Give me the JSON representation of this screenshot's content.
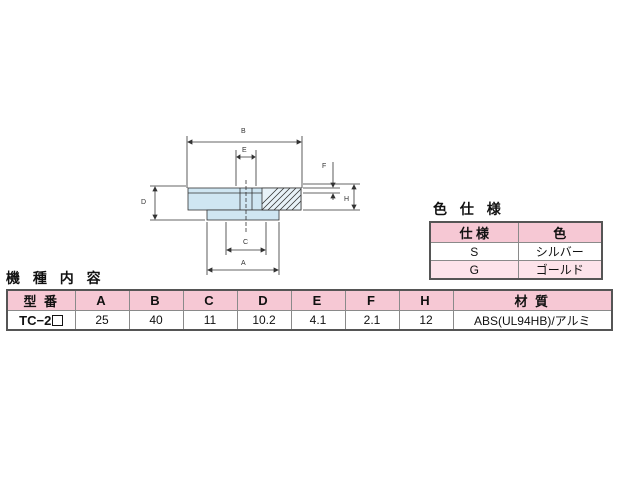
{
  "drawing": {
    "labels": {
      "a": "A",
      "b": "B",
      "c": "C",
      "d": "D",
      "e": "E",
      "f": "F",
      "h": "H"
    },
    "colors": {
      "body": "#cfe6f2",
      "line": "#333333"
    }
  },
  "color_spec": {
    "title": "色 仕 様",
    "headers": [
      "仕 様",
      "色"
    ],
    "rows": [
      {
        "spec": "S",
        "color": "シルバー"
      },
      {
        "spec": "G",
        "color": "ゴールド"
      }
    ],
    "header_bg": "#f6c8d4",
    "row_bg": "#fde3ea"
  },
  "spec_table": {
    "title": "機 種 内 容",
    "headers": [
      "型 番",
      "A",
      "B",
      "C",
      "D",
      "E",
      "F",
      "H",
      "材 質"
    ],
    "row": {
      "model": "TC−2",
      "A": "25",
      "B": "40",
      "C": "11",
      "D": "10.2",
      "E": "4.1",
      "F": "2.1",
      "H": "12",
      "material": "ABS(UL94HB)/アルミ"
    }
  }
}
